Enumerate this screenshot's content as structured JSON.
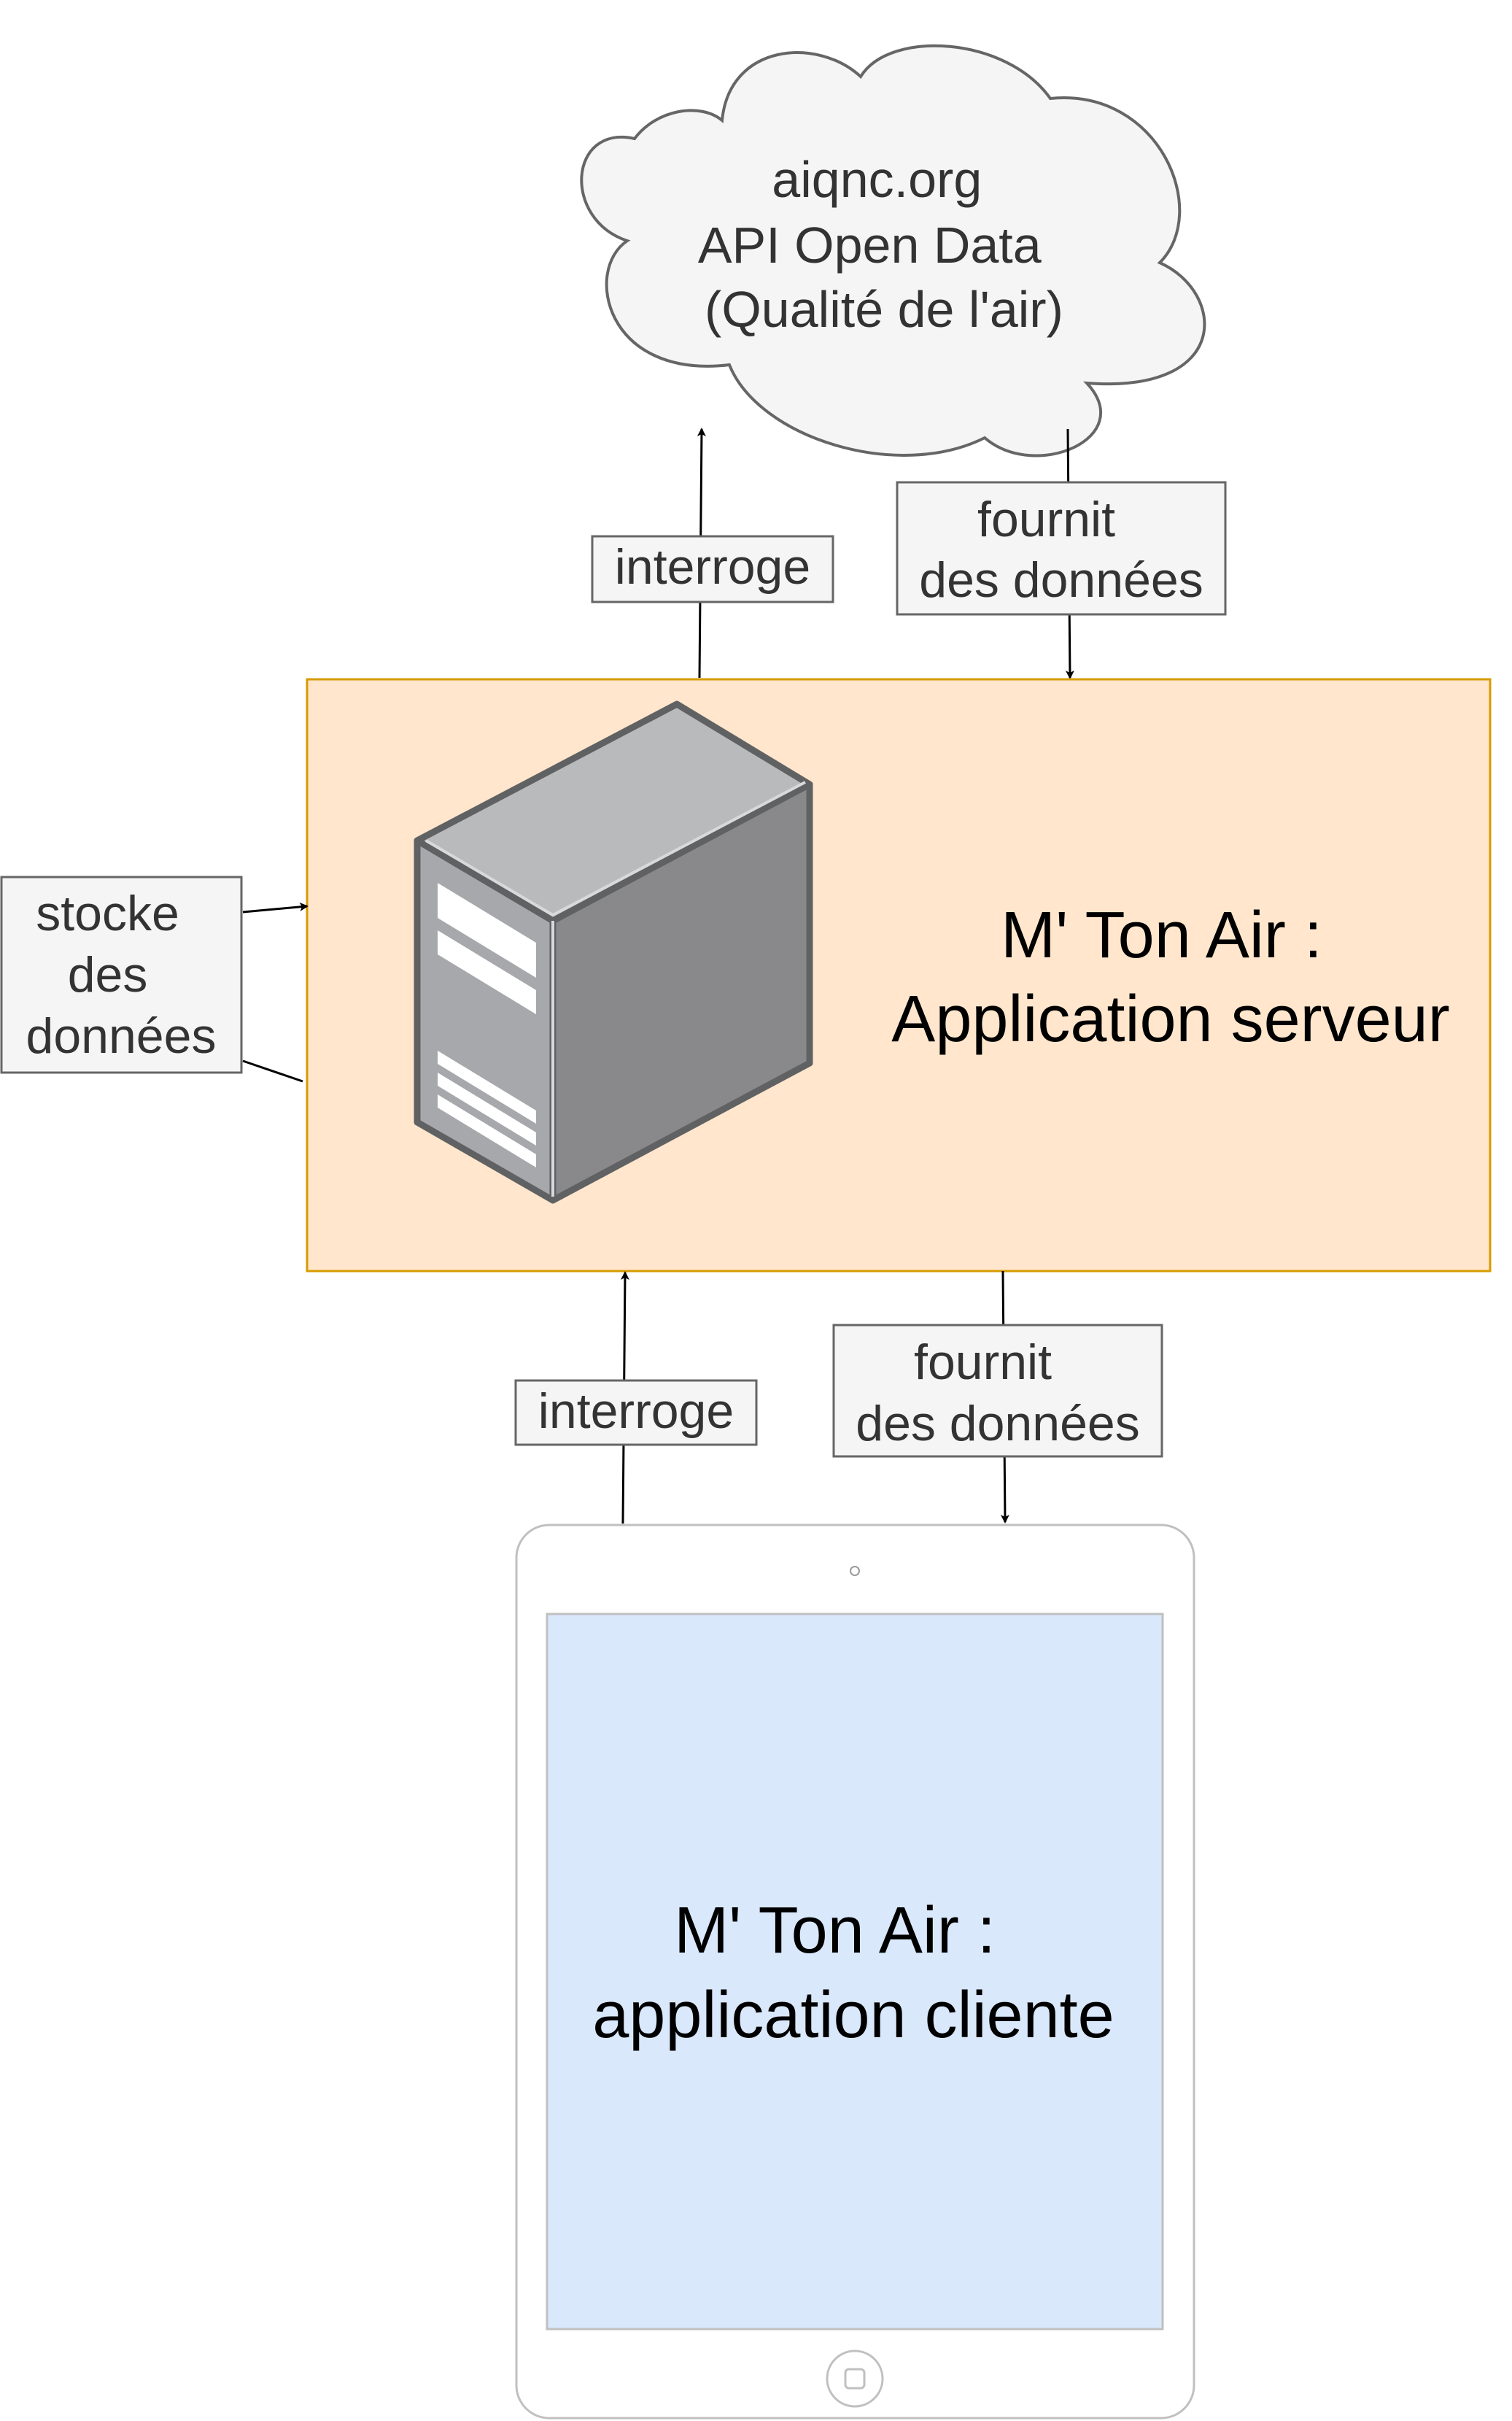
{
  "cloud": {
    "line1": "aiqnc.org",
    "line2": "API Open Data",
    "line3": "(Qualité de l'air)"
  },
  "server": {
    "line1": "M' Ton Air :",
    "line2": "Application serveur"
  },
  "client": {
    "line1": "M' Ton Air :",
    "line2": "application cliente"
  },
  "edges": {
    "server_to_cloud": "interroge",
    "cloud_to_server_line1": "fournit",
    "cloud_to_server_line2": "des données",
    "store_line1": "stocke",
    "store_line2": "des",
    "store_line3": "données",
    "client_to_server": "interroge",
    "server_to_client_line1": "fournit",
    "server_to_client_line2": "des données"
  },
  "colors": {
    "server_fill": "#ffe6cc",
    "server_stroke": "#d79b00",
    "screen_fill": "#dae8fc",
    "label_fill": "#f5f5f5",
    "label_stroke": "#666666",
    "text": "#333333",
    "title_text": "#000000"
  }
}
